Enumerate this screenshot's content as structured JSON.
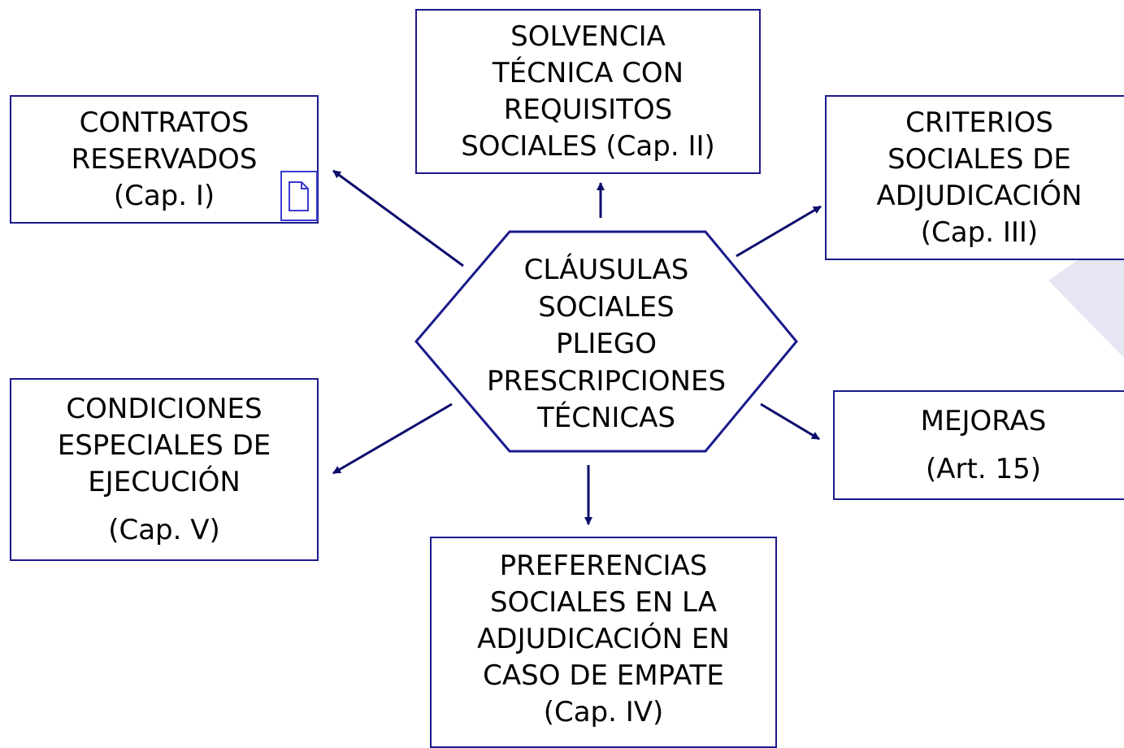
{
  "center": {
    "lines": [
      "CLÁUSULAS",
      "SOCIALES",
      "PLIEGO",
      "PRESCRIPCIONES",
      "TÉCNICAS"
    ]
  },
  "boxes": {
    "contratos": {
      "lines": [
        "CONTRATOS",
        "RESERVADOS",
        "(Cap. I)"
      ]
    },
    "solvencia": {
      "lines": [
        "SOLVENCIA",
        "TÉCNICA CON",
        "REQUISITOS",
        "SOCIALES (Cap. II)"
      ]
    },
    "criterios": {
      "lines": [
        "CRITERIOS",
        "SOCIALES DE",
        "ADJUDICACIÓN",
        "(Cap. III)"
      ]
    },
    "condiciones": {
      "lines": [
        "CONDICIONES",
        "ESPECIALES DE",
        "EJECUCIÓN",
        "(Cap. V)"
      ]
    },
    "mejoras": {
      "lines": [
        "MEJORAS",
        "(Art. 15)"
      ]
    },
    "preferencias": {
      "lines": [
        "PREFERENCIAS",
        "SOCIALES EN LA",
        "ADJUDICACIÓN EN",
        "CASO DE EMPATE",
        "(Cap. IV)"
      ]
    }
  },
  "colors": {
    "border": "#1a1a8c",
    "arrow": "#0a0a6b",
    "decoration": "#e6e6f3"
  },
  "icons": {
    "document": "document-icon"
  }
}
